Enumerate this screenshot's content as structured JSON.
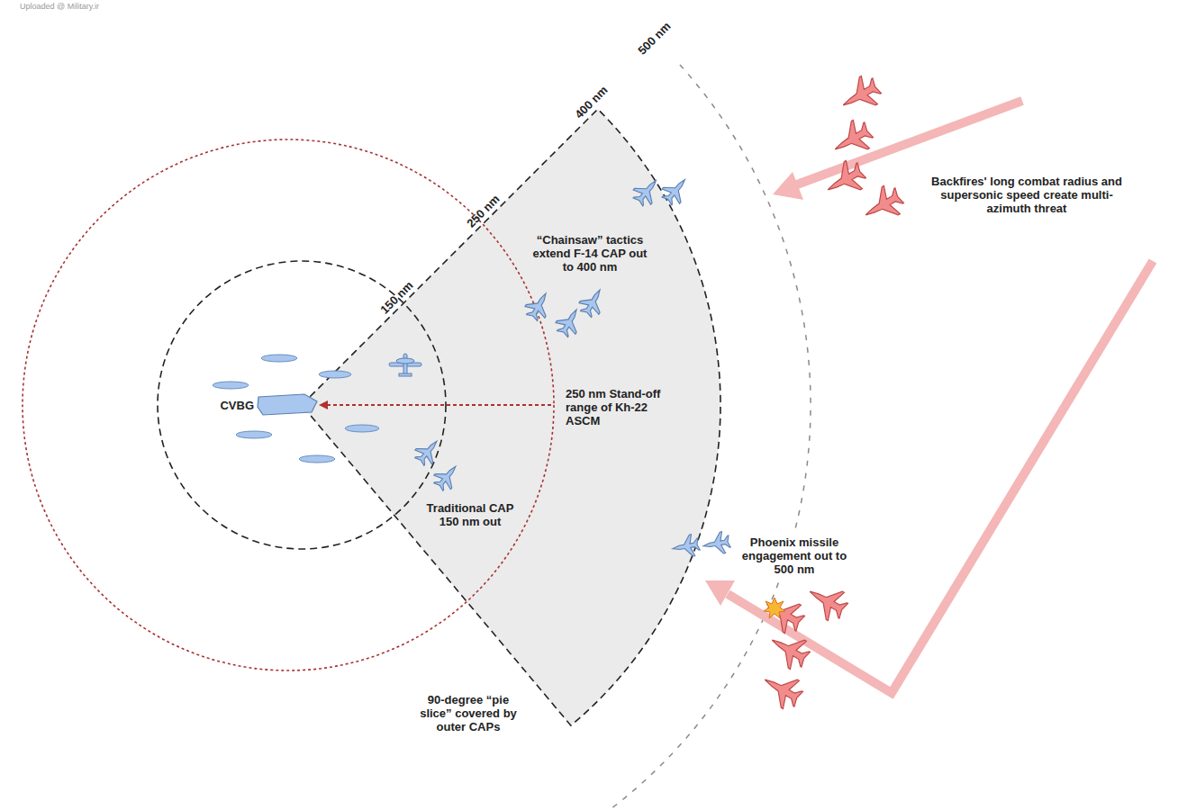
{
  "diagram": {
    "labels": [
      "Uploaded @ Military.ir",
      "500 nm",
      "400 nm",
      "250 nm",
      "150 nm",
      "CVBG",
      "“Chainsaw” tactics extend F-14 CAP out to 400 nm",
      "250 nm Stand-off range of Kh-22 ASCM",
      "Traditional CAP 150 nm out",
      "Backfires' long combat radius and supersonic speed create multi-azimuth threat",
      "Phoenix missile engagement out to 500 nm",
      "90-degree “pie slice” covered by outer CAPs"
    ]
  }
}
